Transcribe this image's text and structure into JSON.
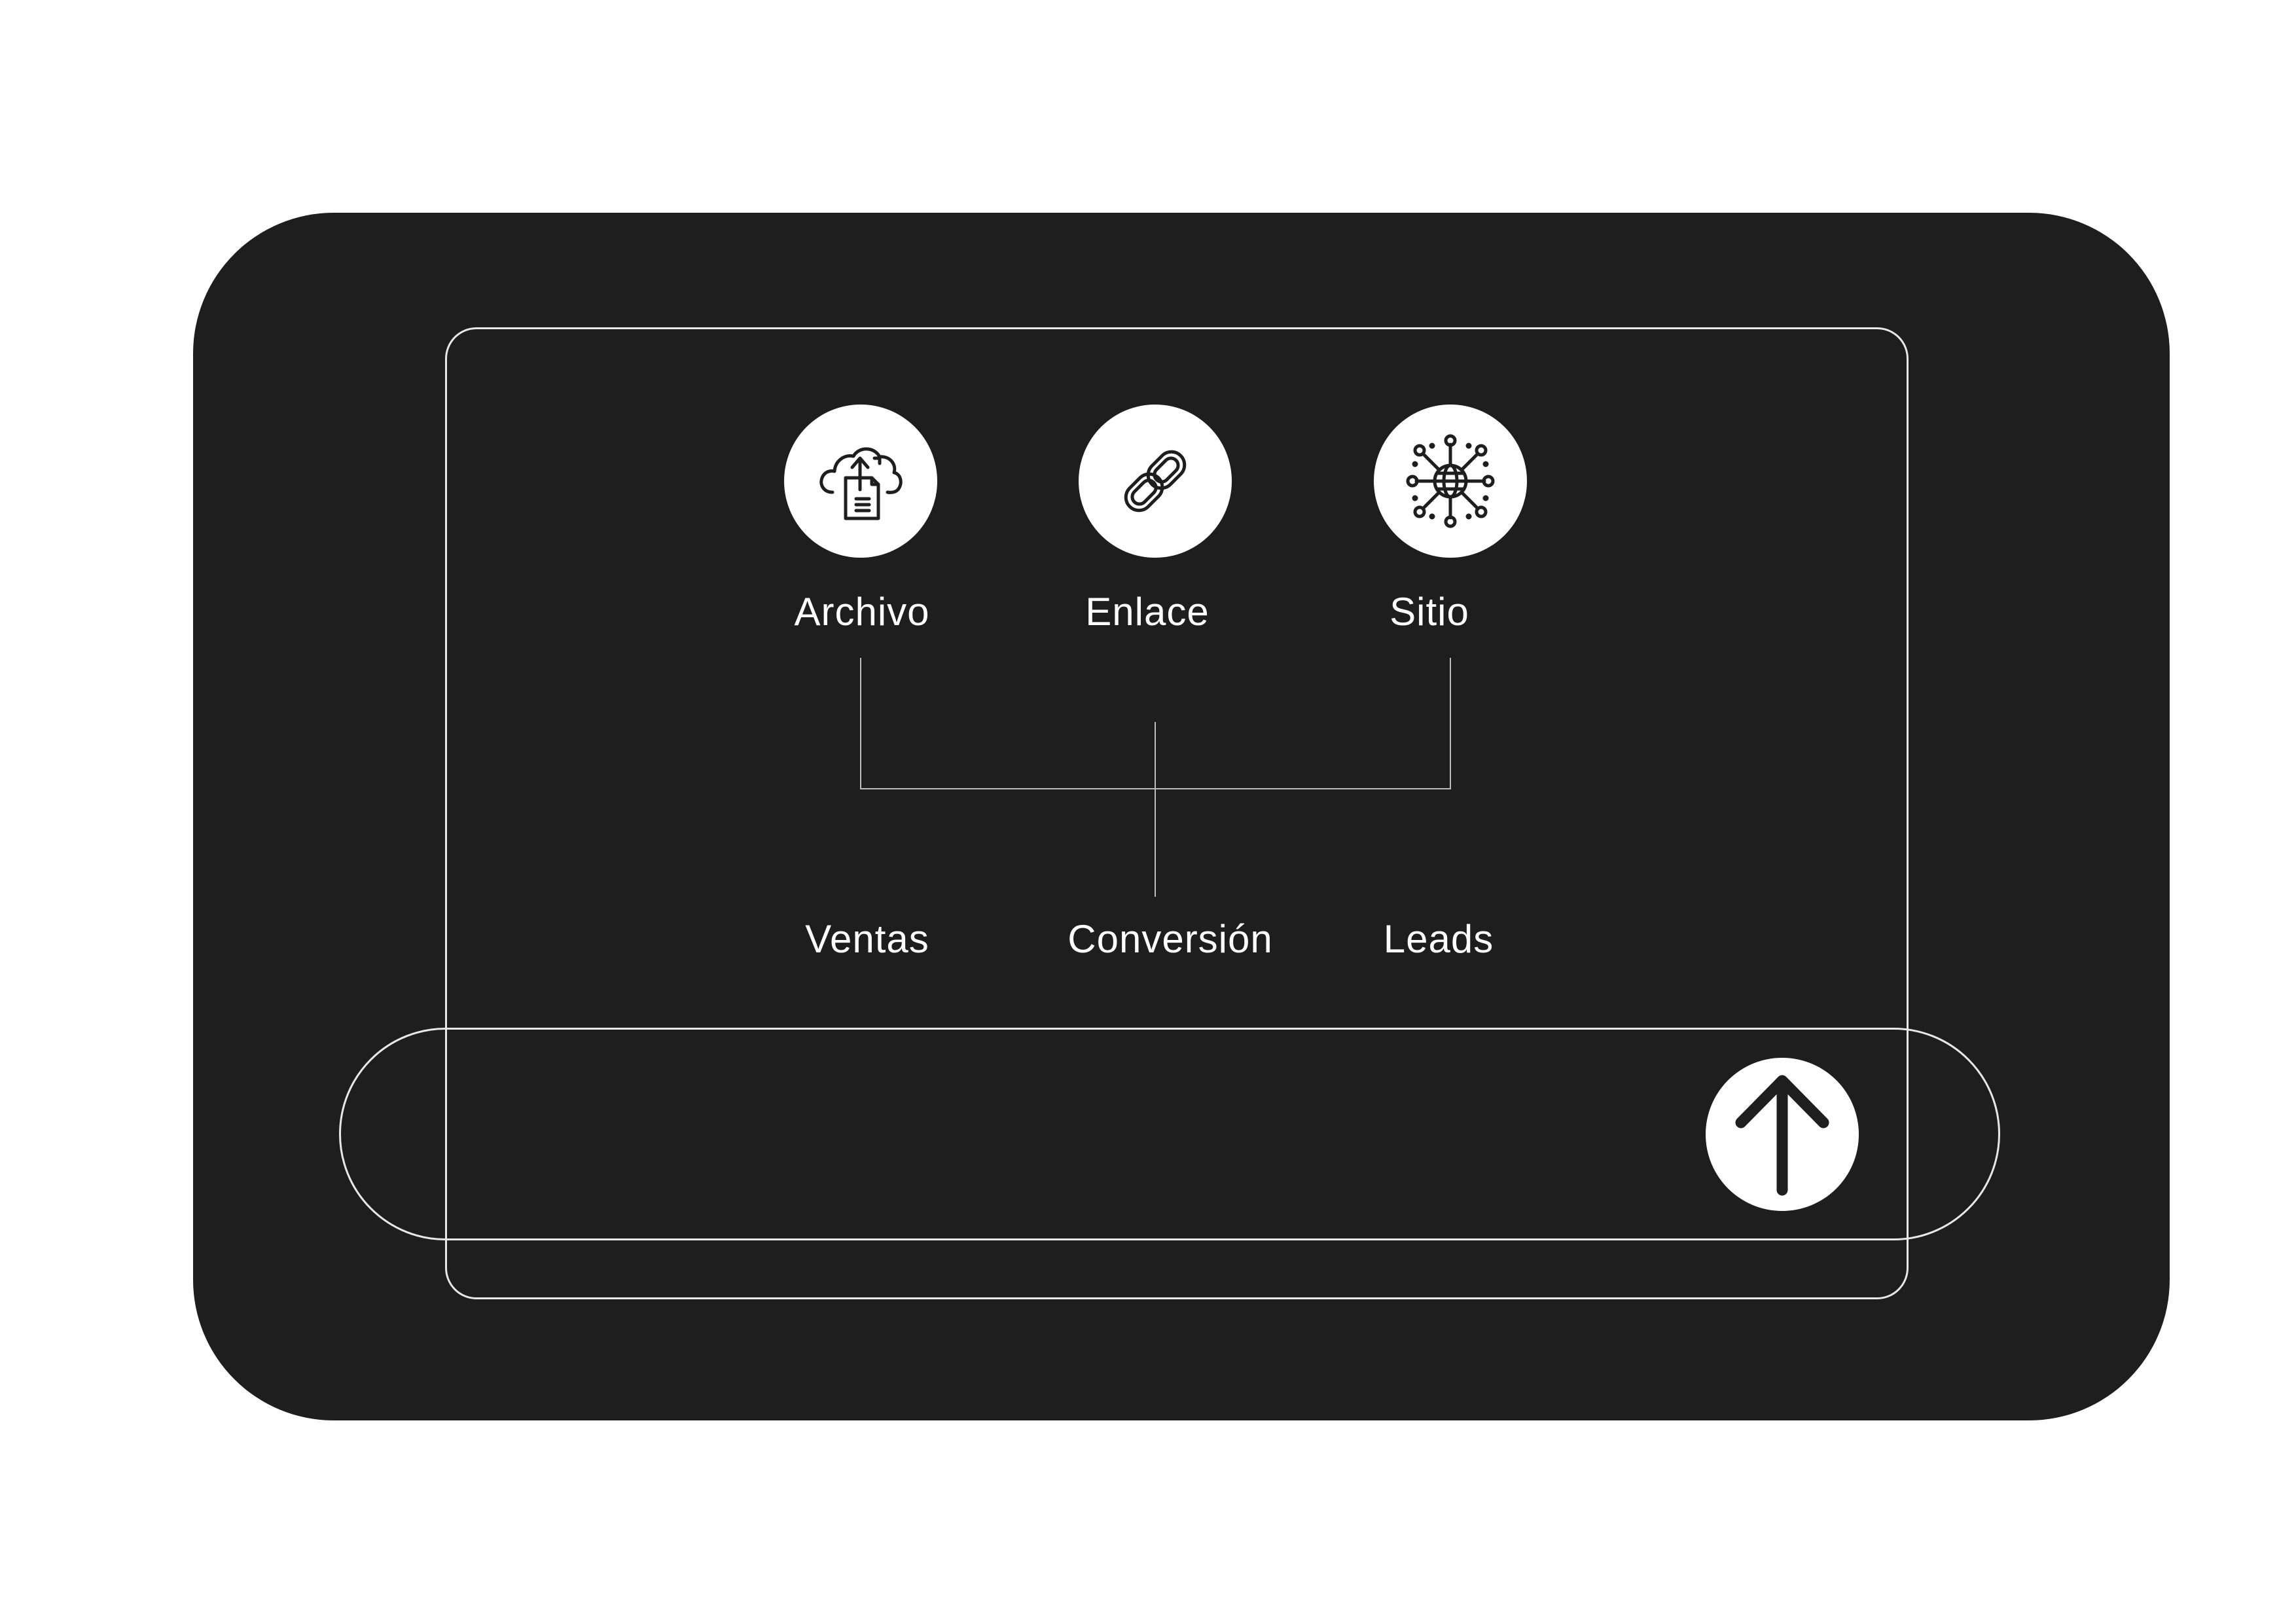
{
  "sources": [
    {
      "label": "Archivo",
      "icon": "cloud-upload-document-icon"
    },
    {
      "label": "Enlace",
      "icon": "chain-link-icon"
    },
    {
      "label": "Sitio",
      "icon": "globe-network-icon"
    }
  ],
  "outcomes": [
    {
      "label": "Ventas"
    },
    {
      "label": "Conversión"
    },
    {
      "label": "Leads"
    }
  ],
  "send_button": {
    "icon": "arrow-up-icon"
  },
  "colors": {
    "background": "#ffffff",
    "card": "#1e1e1e",
    "outline": "#e8e8e8",
    "icon_fill": "#ffffff",
    "icon_stroke": "#1e1e1e",
    "text": "#ffffff"
  }
}
